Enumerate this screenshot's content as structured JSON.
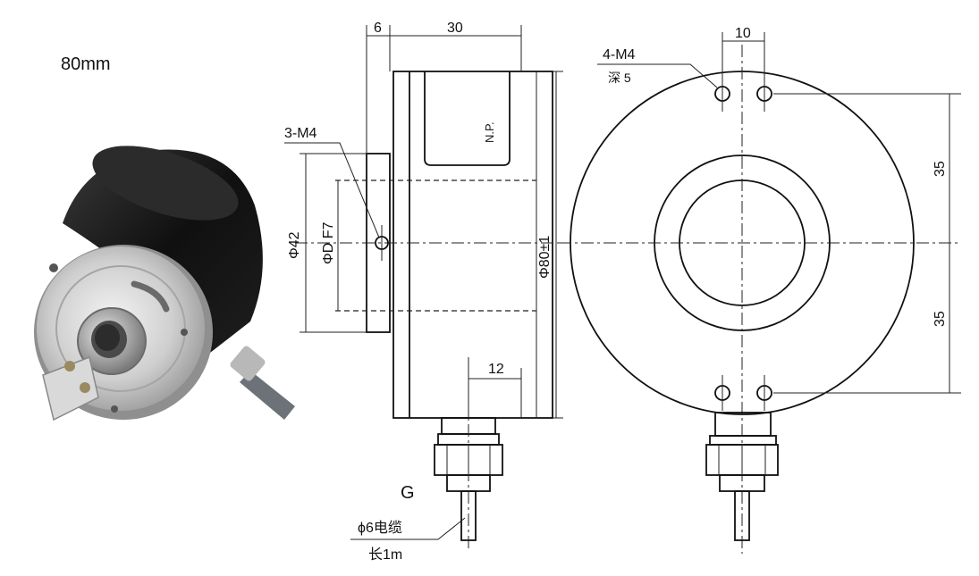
{
  "size_label": "80mm",
  "side_view": {
    "dim_flange": "6",
    "dim_body_length": "30",
    "dim_thread": "3-M4",
    "dim_shaft_circle": "Φ42",
    "dim_bore": "ΦD F7",
    "dim_body_diameter": "Φ80±1",
    "nameplate": "N.P.",
    "dim_cable_offset": "12",
    "outlet_code": "G",
    "cable_spec": "ϕ6电缆",
    "cable_length": "长1m"
  },
  "front_view": {
    "dim_hole_spacing": "10",
    "dim_thread": "4-M4",
    "dim_thread_depth": "深 5",
    "dim_upper": "35",
    "dim_lower": "35"
  }
}
